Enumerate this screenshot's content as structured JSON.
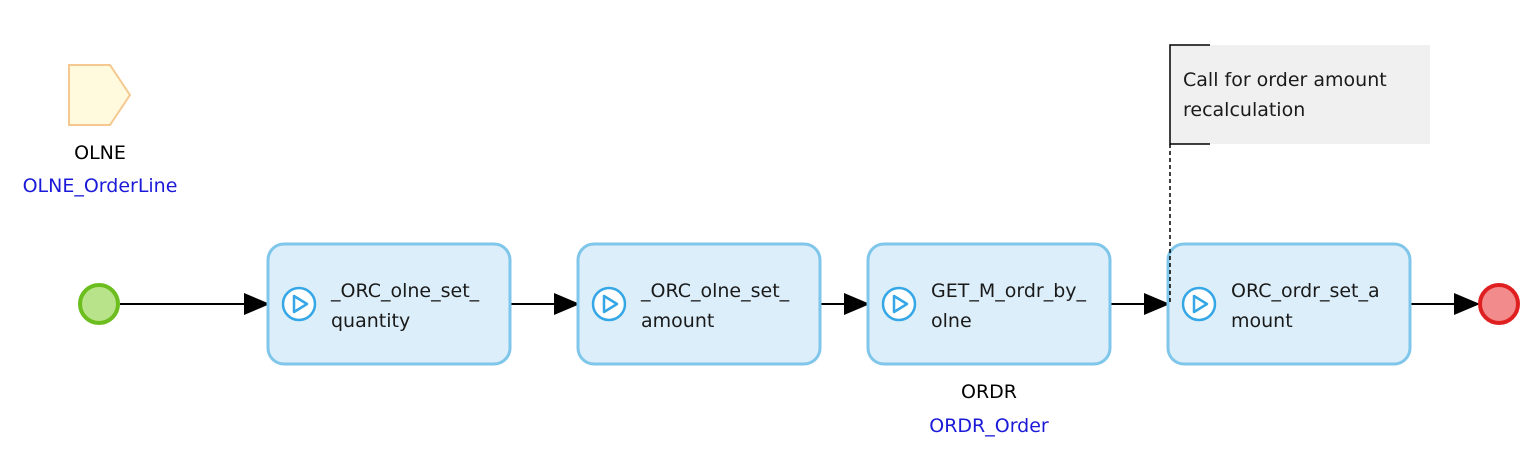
{
  "colors": {
    "activity_fill": "#dbeef9",
    "activity_stroke": "#7fc6ea",
    "play_icon": "#35a7e6",
    "start_fill": "#b8e38a",
    "start_stroke": "#6cbd1e",
    "end_fill": "#f28b8b",
    "end_stroke": "#e02020",
    "object_fill": "#fffadd",
    "object_stroke": "#f5c88f",
    "link_text": "#1a1ad8",
    "annotation_fill": "#f0f0f0",
    "connector": "#000000"
  },
  "objects": [
    {
      "name": "OLNE",
      "type": "OLNE_OrderLine",
      "icon": "object-pentagon-icon"
    },
    {
      "name": "ORDR",
      "type": "ORDR_Order"
    }
  ],
  "events": {
    "start": {
      "icon": "start-event-circle"
    },
    "end": {
      "icon": "end-event-circle"
    }
  },
  "activities": [
    {
      "line1": "_ORC_olne_set_",
      "line2": "quantity",
      "icon": "play-circle-icon"
    },
    {
      "line1": "_ORC_olne_set_",
      "line2": "amount",
      "icon": "play-circle-icon"
    },
    {
      "line1": "GET_M_ordr_by_",
      "line2": "olne",
      "icon": "play-circle-icon"
    },
    {
      "line1": "ORC_ordr_set_a",
      "line2": "mount",
      "icon": "play-circle-icon"
    }
  ],
  "annotation": {
    "line1": "Call for order amount",
    "line2": "recalculation"
  }
}
